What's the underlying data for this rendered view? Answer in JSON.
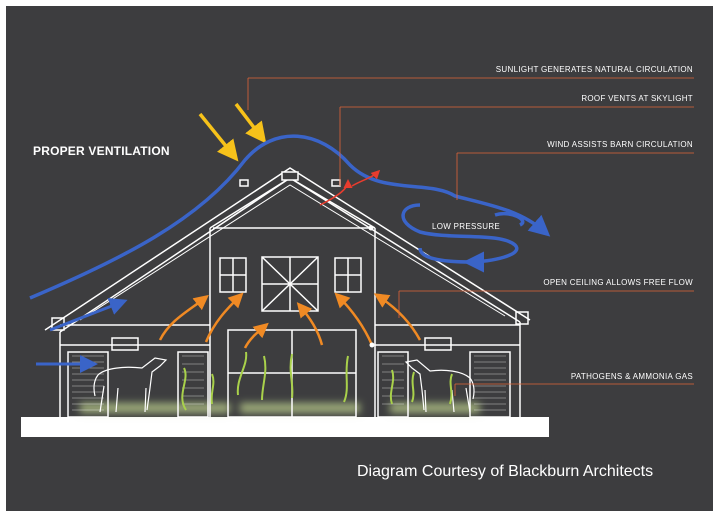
{
  "labels": {
    "title": "PROPER VENTILATION",
    "low_pressure": "LOW PRESSURE",
    "credit": "Diagram Courtesy of Blackburn Architects"
  },
  "callouts": [
    "SUNLIGHT GENERATES NATURAL CIRCULATION",
    "ROOF VENTS AT SKYLIGHT",
    "WIND ASSISTS BARN CIRCULATION",
    "OPEN CEILING ALLOWS FREE FLOW",
    "PATHOGENS & AMMONIA GAS"
  ],
  "colors": {
    "background": "#3d3d3f",
    "outline": "#ffffff",
    "airflow": "#3a64c8",
    "sunlight": "#f7c21a",
    "warm_air": "#f08a24",
    "cool_air": "#a9d14b",
    "leader_line": "#e0643a",
    "ground_glow": "#b6c98a"
  }
}
